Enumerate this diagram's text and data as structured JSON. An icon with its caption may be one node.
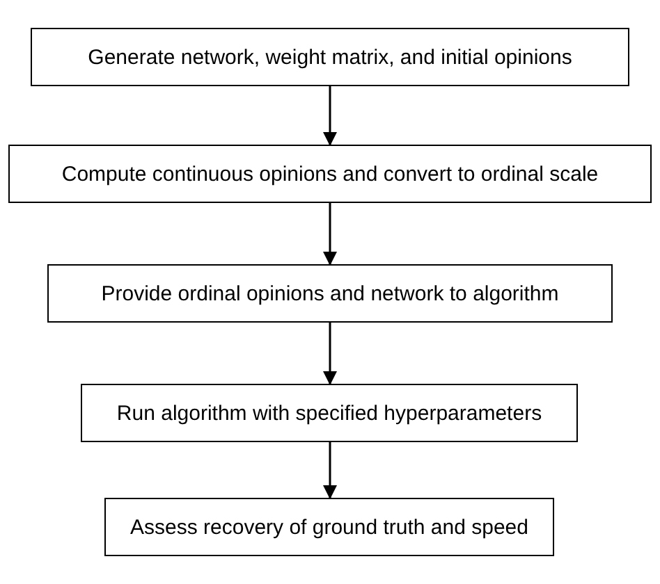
{
  "diagram": {
    "nodes": [
      {
        "text": [
          "Generate network, weight matrix, and initial opinions"
        ]
      },
      {
        "text": [
          "Compute continuous opinions and convert to ordinal scale"
        ]
      },
      {
        "text": [
          "Provide ordinal opinions and network to algorithm"
        ]
      },
      {
        "text": [
          "Run algorithm with specified hyperparameters"
        ]
      },
      {
        "text": [
          "Assess recovery of ground truth and speed"
        ]
      }
    ],
    "edges": [
      {
        "from": 0,
        "to": 1,
        "arrow": "to"
      },
      {
        "from": 1,
        "to": 2,
        "arrow": "to"
      },
      {
        "from": 2,
        "to": 3,
        "arrow": "to"
      },
      {
        "from": 3,
        "to": 4,
        "arrow": "to"
      }
    ]
  }
}
